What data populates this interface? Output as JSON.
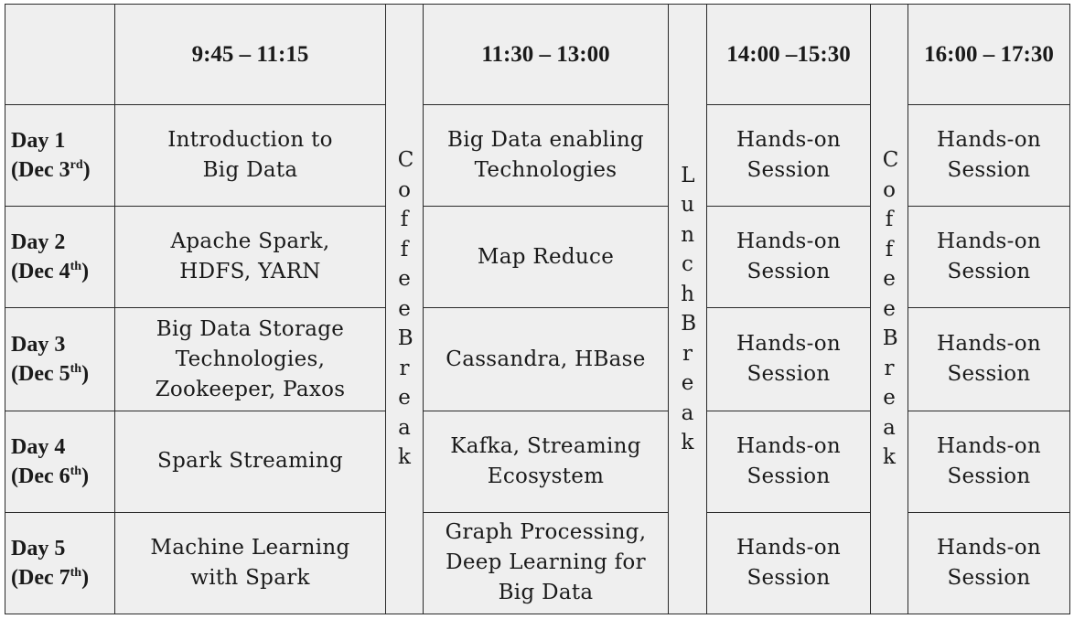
{
  "header": {
    "times": [
      "9:45 – 11:15",
      "11:30 – 13:00",
      "14:00 –15:30",
      "16:00 – 17:30"
    ]
  },
  "breaks": {
    "coffee1": "Coffee Break",
    "lunch": "Lunch Break",
    "coffee2": "Coffee Break"
  },
  "days": [
    {
      "label": "Day 1",
      "date_prefix": "(Dec 3",
      "date_suffix": "rd",
      "date_close": ")",
      "slot1": "Introduction to\nBig Data",
      "slot2": "Big Data enabling\nTechnologies",
      "slot3": "Hands-on\nSession",
      "slot4": "Hands-on\nSession"
    },
    {
      "label": "Day 2",
      "date_prefix": "(Dec 4",
      "date_suffix": "th",
      "date_close": ")",
      "slot1": "Apache Spark,\nHDFS, YARN",
      "slot2": "Map Reduce",
      "slot3": "Hands-on\nSession",
      "slot4": "Hands-on\nSession"
    },
    {
      "label": "Day 3",
      "date_prefix": "(Dec 5",
      "date_suffix": "th",
      "date_close": ")",
      "slot1": "Big Data Storage\nTechnologies,\nZookeeper, Paxos",
      "slot2": "Cassandra, HBase",
      "slot3": "Hands-on\nSession",
      "slot4": "Hands-on\nSession"
    },
    {
      "label": "Day 4",
      "date_prefix": "(Dec 6",
      "date_suffix": "th",
      "date_close": ")",
      "slot1": "Spark Streaming",
      "slot2": "Kafka, Streaming\nEcosystem",
      "slot3": "Hands-on\nSession",
      "slot4": "Hands-on\nSession"
    },
    {
      "label": "Day 5",
      "date_prefix": "(Dec 7",
      "date_suffix": "th",
      "date_close": ")",
      "slot1": "Machine Learning\nwith Spark",
      "slot2": "Graph Processing,\nDeep Learning for\nBig Data",
      "slot3": "Hands-on\nSession",
      "slot4": "Hands-on\nSession"
    }
  ]
}
